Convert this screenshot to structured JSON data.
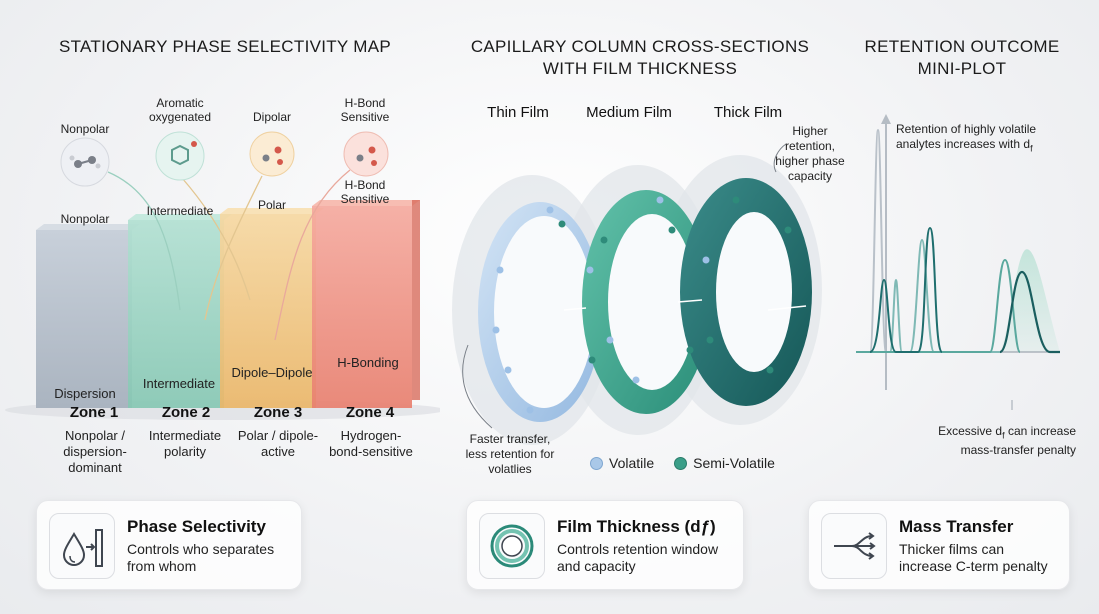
{
  "sections": {
    "selectivity_title": "STATIONARY PHASE SELECTIVITY MAP",
    "column_title_1": "CAPILLARY COLUMN CROSS-SECTIONS",
    "column_title_2": "WITH FILM THICKNESS",
    "retention_title_1": "RETENTION OUTCOME",
    "retention_title_2": "MINI-PLOT"
  },
  "molecules": [
    {
      "top": "Nonpolar",
      "bottom": "Nonpolar"
    },
    {
      "top": "Aromatic oxygenated",
      "bottom": "Intermediate"
    },
    {
      "top": "Dipolar",
      "bottom": "Polar"
    },
    {
      "top": "H-Bond Sensitive",
      "bottom": "H-Bond Sensitive"
    }
  ],
  "bar_labels": [
    "Dispersion",
    "Intermediate",
    "Dipole–Dipole",
    "H-Bonding"
  ],
  "zones": [
    {
      "title": "Zone 1",
      "desc": "Nonpolar / dispersion-dominant"
    },
    {
      "title": "Zone 2",
      "desc": "Intermediate polarity"
    },
    {
      "title": "Zone 3",
      "desc": "Polar / dipole-active"
    },
    {
      "title": "Zone 4",
      "desc": "Hydrogen-bond-sensitive"
    }
  ],
  "films": {
    "thin": "Thin Film",
    "medium": "Medium Film",
    "thick": "Thick Film",
    "higher_note": "Higher retention, higher phase capacity",
    "faster_note": "Faster transfer, less retention for volatlies",
    "legend_volatile": "Volatile",
    "legend_semi": "Semi-Volatile"
  },
  "plot": {
    "note_top": "Retention of highly volatile analytes increases with d",
    "note_top_sub": "f",
    "note_bottom": "Excessive d",
    "note_bottom_sub": "f",
    "note_bottom_rest": " can increase mass-transfer penalty"
  },
  "cards": [
    {
      "title": "Phase Selectivity",
      "desc": "Controls who separates from whom"
    },
    {
      "title": "Film Thickness (dƒ)",
      "desc": "Controls retention window and capacity"
    },
    {
      "title": "Mass Transfer",
      "desc": "Thicker films can increase C-term penalty"
    }
  ],
  "colors": {
    "zone1": "#b9c3cf",
    "zone2": "#9fd4c4",
    "zone3": "#f1c987",
    "zone4": "#f0968a",
    "thin": "#a9c8e8",
    "medium": "#3aa88f",
    "thick": "#1f6e6e"
  }
}
